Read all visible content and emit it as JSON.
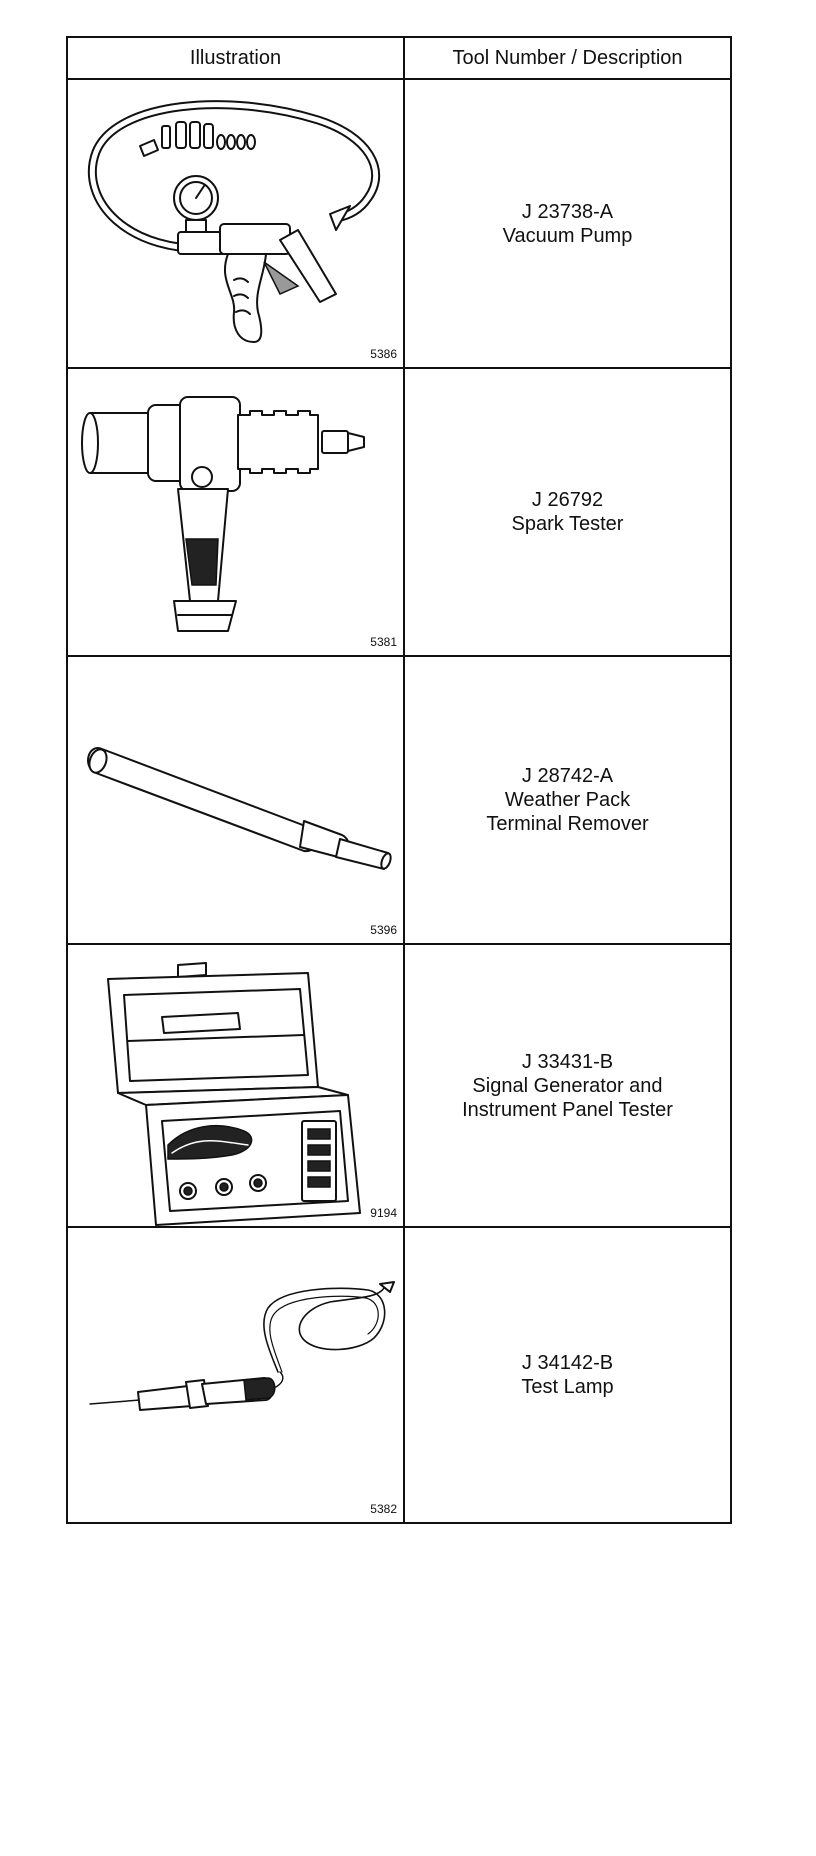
{
  "table": {
    "headers": {
      "illustration": "Illustration",
      "tool": "Tool Number / Description"
    },
    "rows": [
      {
        "fig": "5386",
        "number": "J 23738-A",
        "desc1": "Vacuum Pump",
        "desc2": "",
        "icon": "vacuum-pump-icon"
      },
      {
        "fig": "5381",
        "number": "J 26792",
        "desc1": "Spark Tester",
        "desc2": "",
        "icon": "spark-tester-icon"
      },
      {
        "fig": "5396",
        "number": "J 28742-A",
        "desc1": "Weather Pack",
        "desc2": "Terminal Remover",
        "icon": "terminal-remover-icon"
      },
      {
        "fig": "9194",
        "number": "J 33431-B",
        "desc1": "Signal Generator and",
        "desc2": "Instrument Panel Tester",
        "icon": "signal-generator-case-icon"
      },
      {
        "fig": "5382",
        "number": "J 34142-B",
        "desc1": "Test Lamp",
        "desc2": "",
        "icon": "test-lamp-icon"
      }
    ]
  }
}
